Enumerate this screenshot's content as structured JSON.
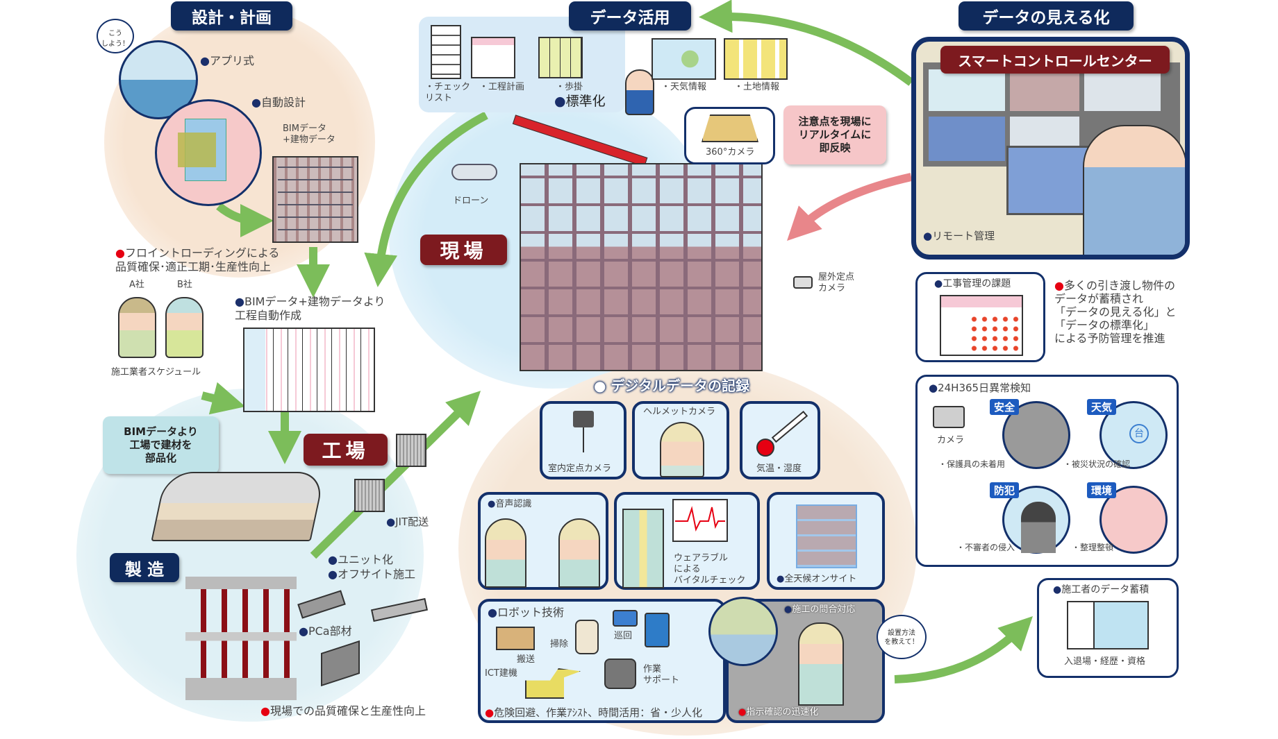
{
  "design": {
    "header": "設計・計画",
    "bubble": "こう\nしよう！",
    "app": "アプリ式",
    "auto_design": "自動設計",
    "bim_building": [
      "BIMデータ",
      "+建物データ"
    ],
    "front_loading": [
      "フロイントローディングによる",
      "品質確保･適正工期･生産性向上"
    ],
    "company_a": "A社",
    "company_b": "B社",
    "schedule": "施工業者スケジュール",
    "auto_process": [
      "BIMデータ+建物データより",
      "工程自動作成"
    ]
  },
  "data_use": {
    "header": "データ活用",
    "checklist": [
      "・チェック",
      "リスト"
    ],
    "process_plan": "・工程計画",
    "productivity": "・歩掛",
    "standardize": "標準化",
    "weather": "・天気情報",
    "land": "・土地情報"
  },
  "visualize": {
    "header": "データの見える化",
    "center_title": "スマートコントロールセンター",
    "remote": "リモート管理",
    "issues": "工事管理の課題",
    "promote": [
      "多くの引き渡し物件の",
      "データが蓄積され",
      "「データの見える化」と",
      "「データの標準化」",
      "による予防管理を推進"
    ],
    "anomaly": "24H365日異常検知",
    "camera": "カメラ",
    "cats": [
      {
        "tag": "安全",
        "caption": "・保護具の未着用"
      },
      {
        "tag": "天気",
        "caption": "・被災状況の確認"
      },
      {
        "tag": "防犯",
        "caption": "・不審者の侵入"
      },
      {
        "tag": "環境",
        "caption": "・整理整頓"
      }
    ],
    "worker_data": "施工者のデータ蓄積",
    "worker_data_sub": "入退場・経歴・資格"
  },
  "site": {
    "header": "現場",
    "camera360": "360°カメラ",
    "callout": [
      "注意点を現場に",
      "リアルタイムに",
      "即反映"
    ],
    "drone": "ドローン",
    "outdoor_cam": [
      "屋外定点",
      "カメラ"
    ],
    "digital_record": "デジタルデータの記録",
    "indoor_cam": "室内定点カメラ",
    "helmet_cam": "ヘルメットカメラ",
    "temp": "気温・湿度",
    "voice": "音声認識",
    "wearable": [
      "ウェアラブル",
      "による",
      "バイタルチェック"
    ],
    "all_weather": "全天候オンサイト",
    "robot": "ロボット技術",
    "robot_items": {
      "carry": "搬送",
      "clean": "掃除",
      "patrol": "巡回",
      "ict": "ICT建機",
      "support": [
        "作業",
        "サポート"
      ]
    },
    "robot_benefit": "危険回避、作業ｱｼｽﾄ、時間活用：省・少人化",
    "inquiry": "施工の問合対応",
    "inquiry_bubble": [
      "設置方法",
      "を教えて！"
    ],
    "instruction": "指示確認の迅速化"
  },
  "factory": {
    "header": "工場",
    "callout": [
      "BIMデータより",
      "工場で建材を",
      "部品化"
    ],
    "jit": "JIT配送",
    "unit": "ユニット化",
    "offsite": "オフサイト施工",
    "mfg_header": "製 造",
    "pca": "PCa部材",
    "quality": "現場での品質確保と生産性向上"
  },
  "colors": {
    "navy": "#0f2a5c",
    "maroon": "#7d1a1f",
    "green_arrow": "#7cbd5a",
    "pink_arrow": "#e8868a",
    "beige": "#f6e6d6",
    "light_blue": "#ddf0f8"
  }
}
